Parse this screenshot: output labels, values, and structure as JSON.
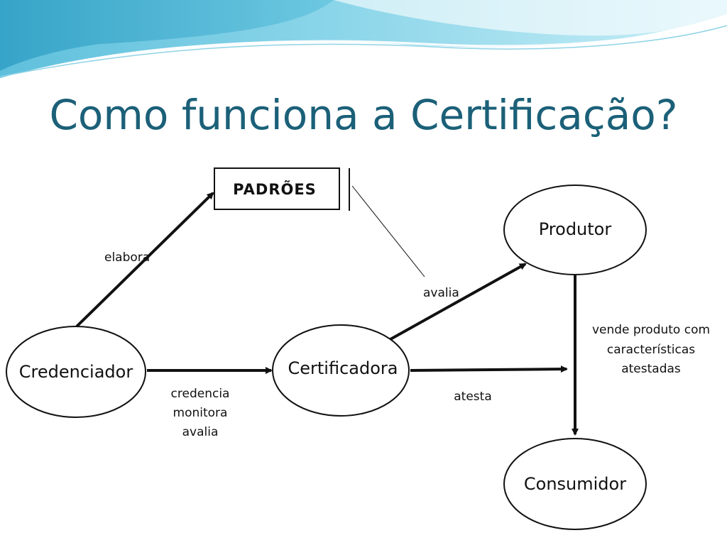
{
  "slide": {
    "title": "Como funciona a Certificação?",
    "colors": {
      "title": "#1b6078",
      "banner_dark": "#3aa6c8",
      "banner_light": "#bfe8f2",
      "ink": "#111111"
    }
  },
  "diagram": {
    "nodes": {
      "standards": "PADRÕES",
      "accreditor": "Credenciador",
      "certifier": "Certificadora",
      "producer": "Produtor",
      "consumer": "Consumidor"
    },
    "edges": {
      "elabora": "elabora",
      "avalia_standards": "avalia",
      "credencia_lines": [
        "credencia",
        "monitora",
        "avalia"
      ],
      "atesta": "atesta",
      "vende_lines": [
        "vende produto com",
        "características",
        "atestadas"
      ]
    }
  }
}
